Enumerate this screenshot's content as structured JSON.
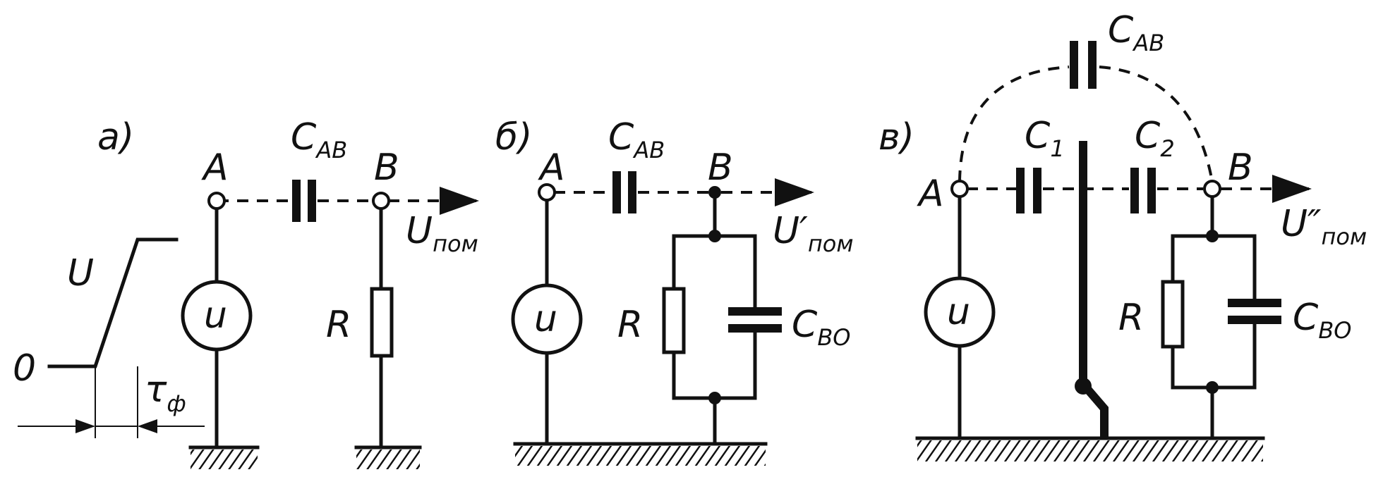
{
  "panels": {
    "a": {
      "label": "а)",
      "node_a": "A",
      "node_b": "B",
      "cap": "C",
      "cap_sub": "AB",
      "resistor": "R",
      "source": "u",
      "out": "U",
      "out_sub": "пом",
      "pulse_low": "0",
      "pulse_high": "U",
      "front": "τ",
      "front_sub": "ф"
    },
    "b": {
      "label": "б)",
      "node_a": "A",
      "node_b": "B",
      "cap": "C",
      "cap_sub": "AB",
      "resistor": "R",
      "source": "u",
      "cap2": "C",
      "cap2_sub": "BO",
      "out": "U′",
      "out_sub": "пом"
    },
    "c": {
      "label": "в)",
      "node_a": "A",
      "node_b": "B",
      "cap_top": "C",
      "cap_top_sub": "AB",
      "c1": "C",
      "c1_sub": "1",
      "c2": "C",
      "c2_sub": "2",
      "resistor": "R",
      "source": "u",
      "cap2": "C",
      "cap2_sub": "BO",
      "out": "U″",
      "out_sub": "пом"
    }
  }
}
